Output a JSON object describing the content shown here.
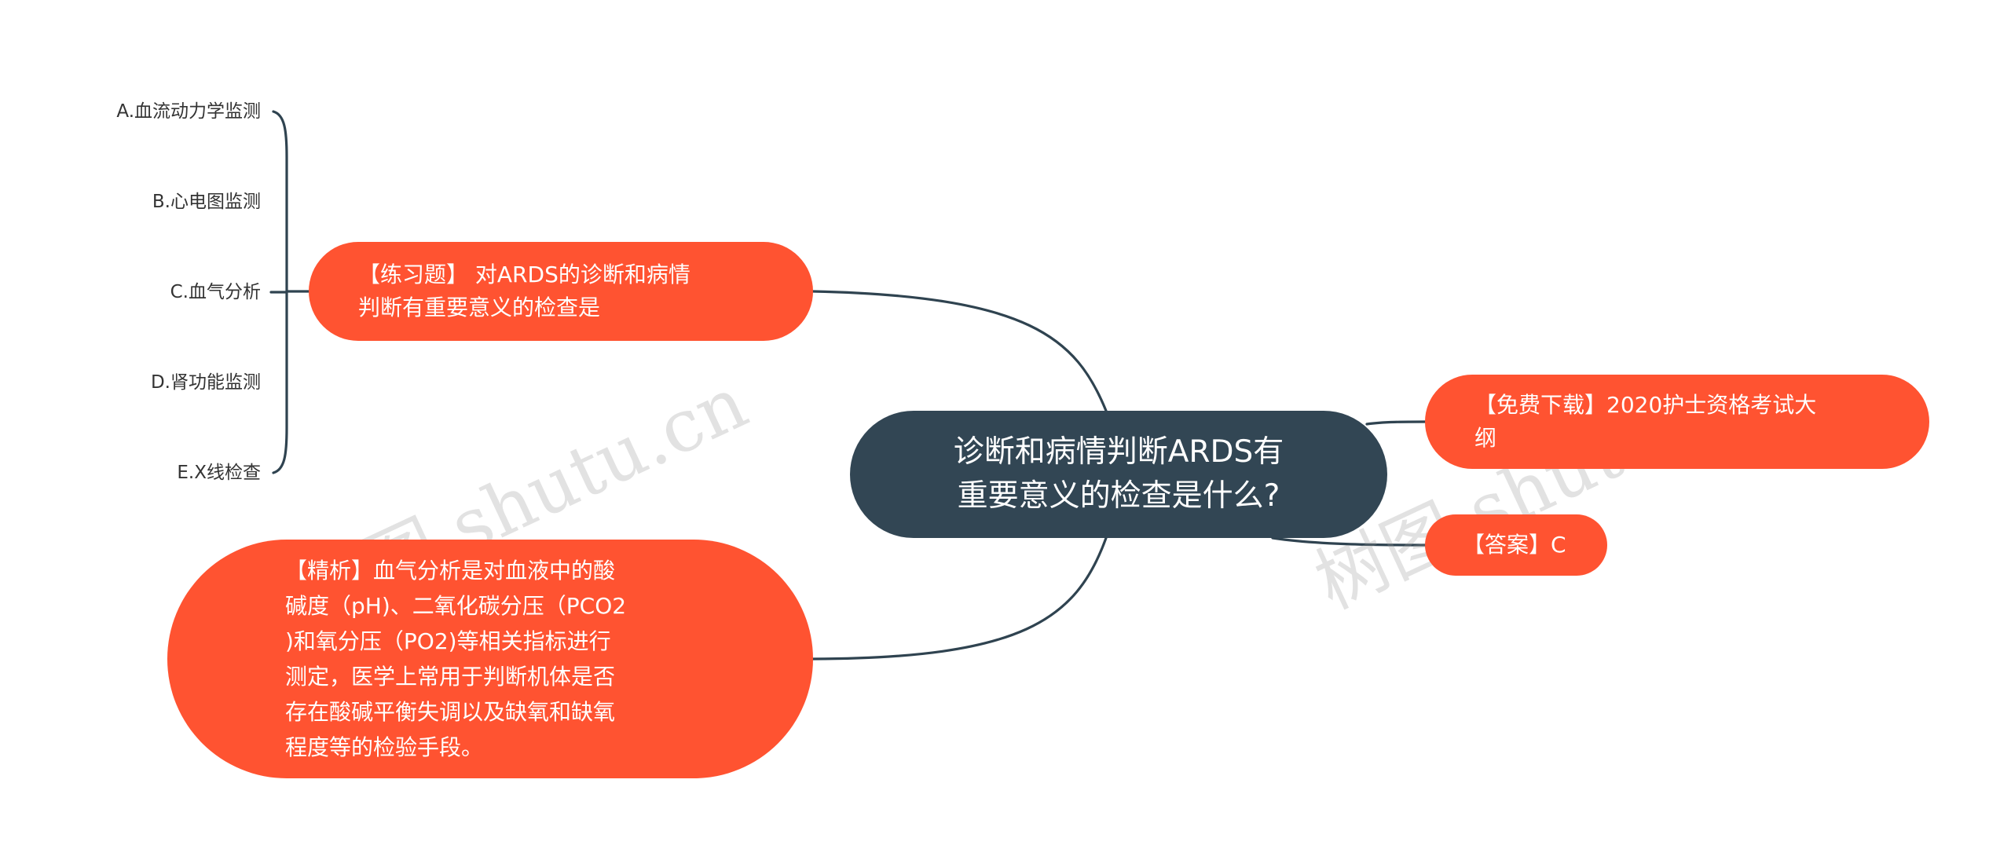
{
  "colors": {
    "root_bg": "#324654",
    "branch_bg": "#FF5331",
    "line": "#2F4350"
  },
  "root": {
    "text": "诊断和病情判断ARDS有\n重要意义的检查是什么?"
  },
  "branches": {
    "question": "【练习题】 对ARDS的诊断和病情\n判断有重要意义的检查是",
    "analysis": "【精析】血气分析是对血液中的酸\n碱度（pH)、二氧化碳分压（PCO2\n)和氧分压（PO2)等相关指标进行\n测定，医学上常用于判断机体是否\n存在酸碱平衡失调以及缺氧和缺氧\n程度等的检验手段。",
    "download": "【免费下载】2020护士资格考试大\n纲",
    "answer": "【答案】C"
  },
  "options": [
    "A.血流动力学监测",
    "B.心电图监测",
    "C.血气分析",
    "D.肾功能监测",
    "E.X线检查"
  ],
  "watermark": "树图 shutu.cn"
}
